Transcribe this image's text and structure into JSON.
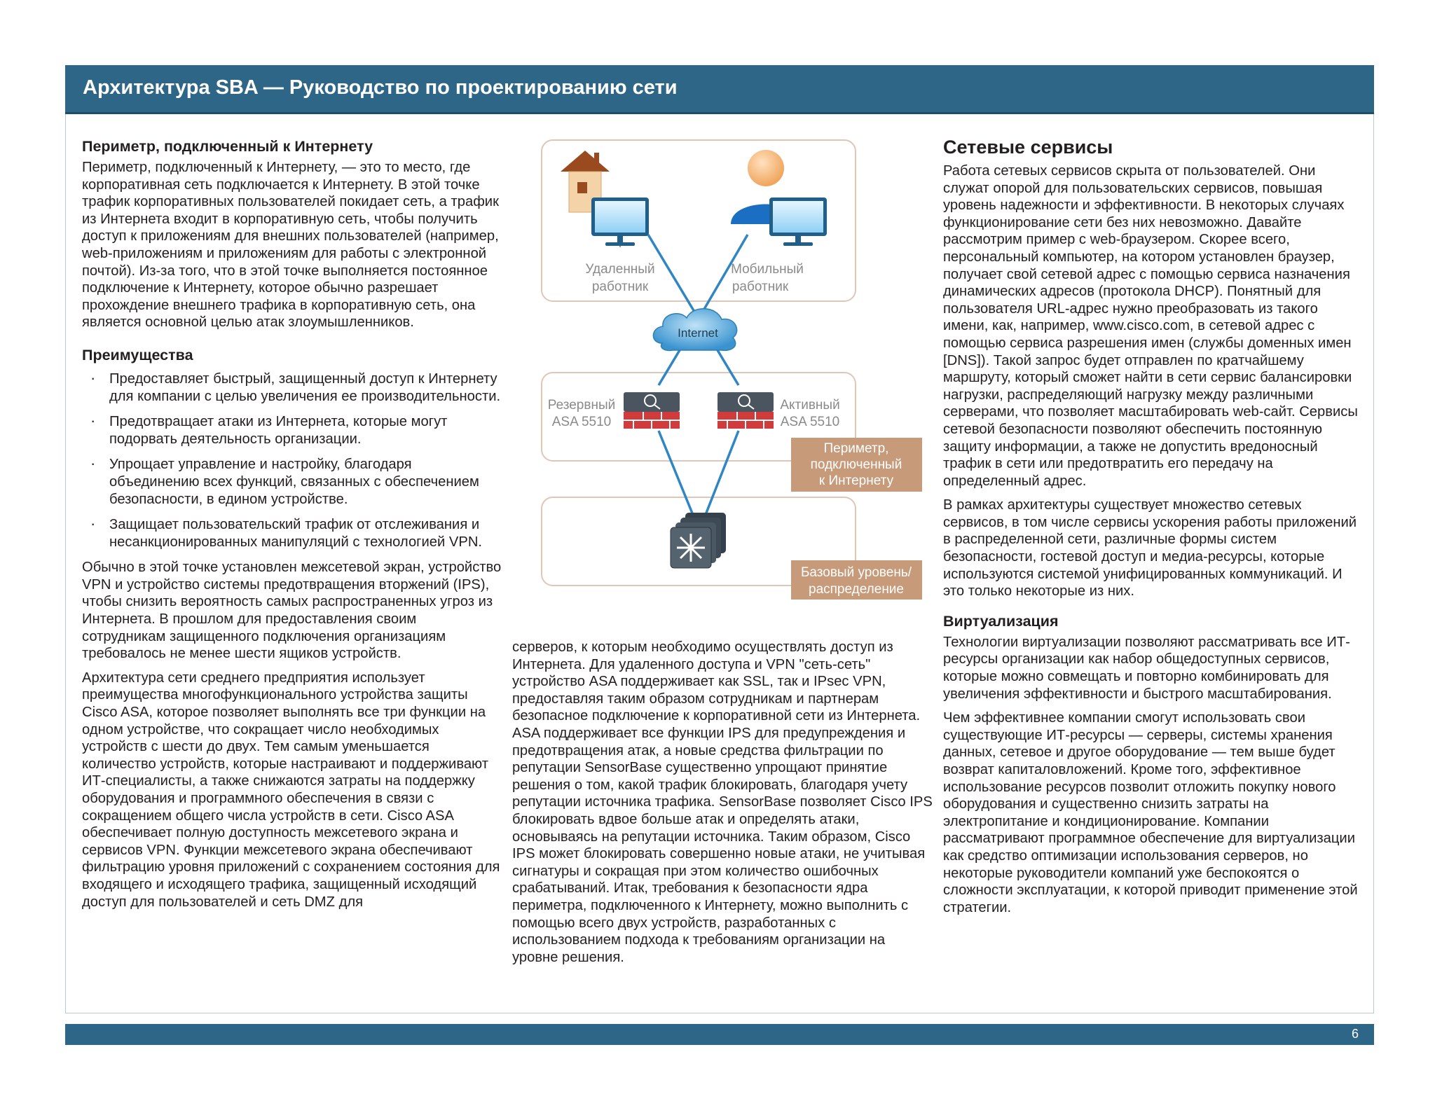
{
  "header": {
    "title": "Архитектура SBA — Руководство по проектированию сети"
  },
  "col1": {
    "heading": "Периметр, подключенный к Интернету",
    "intro": "Периметр, подключенный к Интернету, — это то место, где корпоративная сеть подключается к Интернету. В этой точке трафик корпоративных пользователей покидает сеть, а трафик из Интернета входит в корпоративную сеть, чтобы получить доступ к приложениям для внешних пользователей (например, web-приложениям и приложениям для работы с электронной почтой). Из-за того, что в этой точке выполняется постоянное подключение к Интернету, которое обычно разрешает прохождение внешнего трафика в корпоративную сеть, она является основной целью атак злоумышленников.",
    "benefits_heading": "Преимущества",
    "bullets": [
      "Предоставляет быстрый, защищенный доступ к Интернету для компании с целью увеличения ее производительности.",
      "Предотвращает атаки из Интернета, которые могут подорвать деятельность организации.",
      "Упрощает управление и настройку, благодаря объединению всех функций, связанных с обеспечением безопасности, в едином устройстве.",
      "Защищает пользовательский трафик от отслеживания и несанкционированных манипуляций с технологией VPN."
    ],
    "para1": "Обычно в этой точке установлен межсетевой экран, устройство VPN и устройство системы предотвращения вторжений (IPS), чтобы снизить вероятность самых распространенных угроз из Интернета. В прошлом для предоставления своим сотрудникам защищенного подключения организациям требовалось не менее шести ящиков устройств.",
    "para2": "Архитектура сети среднего предприятия использует преимущества многофункционального устройства защиты Cisco ASA, которое позволяет выполнять все три функции на одном устройстве, что сокращает число необходимых устройств с шести до двух. Тем самым уменьшается количество устройств, которые настраивают и поддерживают ИТ-специалисты, а также снижаются затраты на поддержку оборудования и программного обеспечения в связи с сокращением общего числа устройств в сети. Cisco ASA обеспечивает полную доступность межсетевого экрана и сервисов VPN. Функции межсетевого экрана обеспечивают фильтрацию уровня приложений с сохранением состояния для входящего и исходящего трафика, защищенный исходящий доступ для пользователей и сеть DMZ для"
  },
  "col2": {
    "para": "серверов, к которым необходимо осуществлять доступ из Интернета. Для удаленного доступа и VPN \"сеть-сеть\" устройство ASA поддерживает как SSL, так и IPsec VPN, предоставляя таким образом сотрудникам и партнерам безопасное подключение к корпоративной сети из Интернета. ASA поддерживает все функции IPS для предупреждения и предотвращения атак, а новые средства фильтрации по репутации SensorBase существенно упрощают принятие решения о том, какой трафик блокировать, благодаря учету репутации источника трафика. SensorBase позволяет Cisco IPS блокировать вдвое больше атак и определять атаки, основываясь на репутации источника. Таким образом, Cisco IPS может блокировать совершенно новые атаки, не учитывая сигнатуры и сокращая при этом количество ошибочных срабатываний. Итак, требования к безопасности ядра периметра, подключенного к Интернету, можно выполнить с помощью всего двух устройств, разработанных с использованием подхода к требованиям организации на уровне решения."
  },
  "diagram": {
    "remote_line1": "Удаленный",
    "remote_line2": "работник",
    "mobile_line1": "Мобильный",
    "mobile_line2": "работник",
    "internet": "Internet",
    "backup_line1": "Резервный",
    "backup_line2": "ASA 5510",
    "active_line1": "Активный",
    "active_line2": "ASA 5510",
    "edge_tag_line1": "Периметр,",
    "edge_tag_line2": "подключенный",
    "edge_tag_line3": "к Интернету",
    "core_tag_line1": "Базовый уровень/",
    "core_tag_line2": "распределение",
    "colors": {
      "link": "#2f86c3",
      "tag": "#c79a7a",
      "firewall": "#d23b3b",
      "zone_border": "#e0c6b8"
    }
  },
  "col3": {
    "heading": "Сетевые сервисы",
    "para1": "Работа сетевых сервисов скрыта от пользователей. Они служат опорой для пользовательских сервисов, повышая уровень надежности и эффективности. В некоторых случаях функционирование сети без них невозможно. Давайте рассмотрим пример с web-браузером. Скорее всего, персональный компьютер, на котором установлен браузер, получает свой сетевой адрес с помощью сервиса назначения динамических адресов (протокола DHCP). Понятный для пользователя URL-адрес нужно преобразовать из такого имени, как, например, www.cisco.com, в сетевой адрес с помощью сервиса разрешения имен (службы доменных имен [DNS]). Такой запрос будет отправлен по кратчайшему маршруту, который сможет найти в сети сервис балансировки нагрузки, распределяющий нагрузку между различными серверами, что позволяет масштабировать web-сайт. Сервисы сетевой безопасности позволяют обеспечить постоянную защиту информации, а также не допустить вредоносный трафик в сети или предотвратить его передачу на определенный адрес.",
    "para2": "В рамках архитектуры существует множество сетевых сервисов, в том числе сервисы ускорения работы приложений в распределенной сети, различные формы систем безопасности, гостевой доступ и медиа-ресурсы, которые используются системой унифицированных коммуникаций. И это только некоторые из них.",
    "virt_heading": "Виртуализация",
    "para3": "Технологии виртуализации позволяют рассматривать все ИТ-ресурсы организации как набор общедоступных сервисов, которые можно совмещать и повторно комбинировать для увеличения эффективности и быстрого масштабирования.",
    "para4": "Чем эффективнее компании смогут использовать свои существующие ИТ-ресурсы — серверы, системы хранения данных, сетевое и другое оборудование — тем выше будет возврат капиталовложений. Кроме того, эффективное использование ресурсов позволит отложить покупку нового оборудования и существенно снизить затраты на электропитание и кондиционирование. Компании рассматривают программное обеспечение для виртуализации как средство оптимизации использования серверов, но некоторые руководители компаний уже беспокоятся о сложности эксплуатации, к которой приводит применение этой стратегии."
  },
  "footer": {
    "page_number": "6"
  }
}
